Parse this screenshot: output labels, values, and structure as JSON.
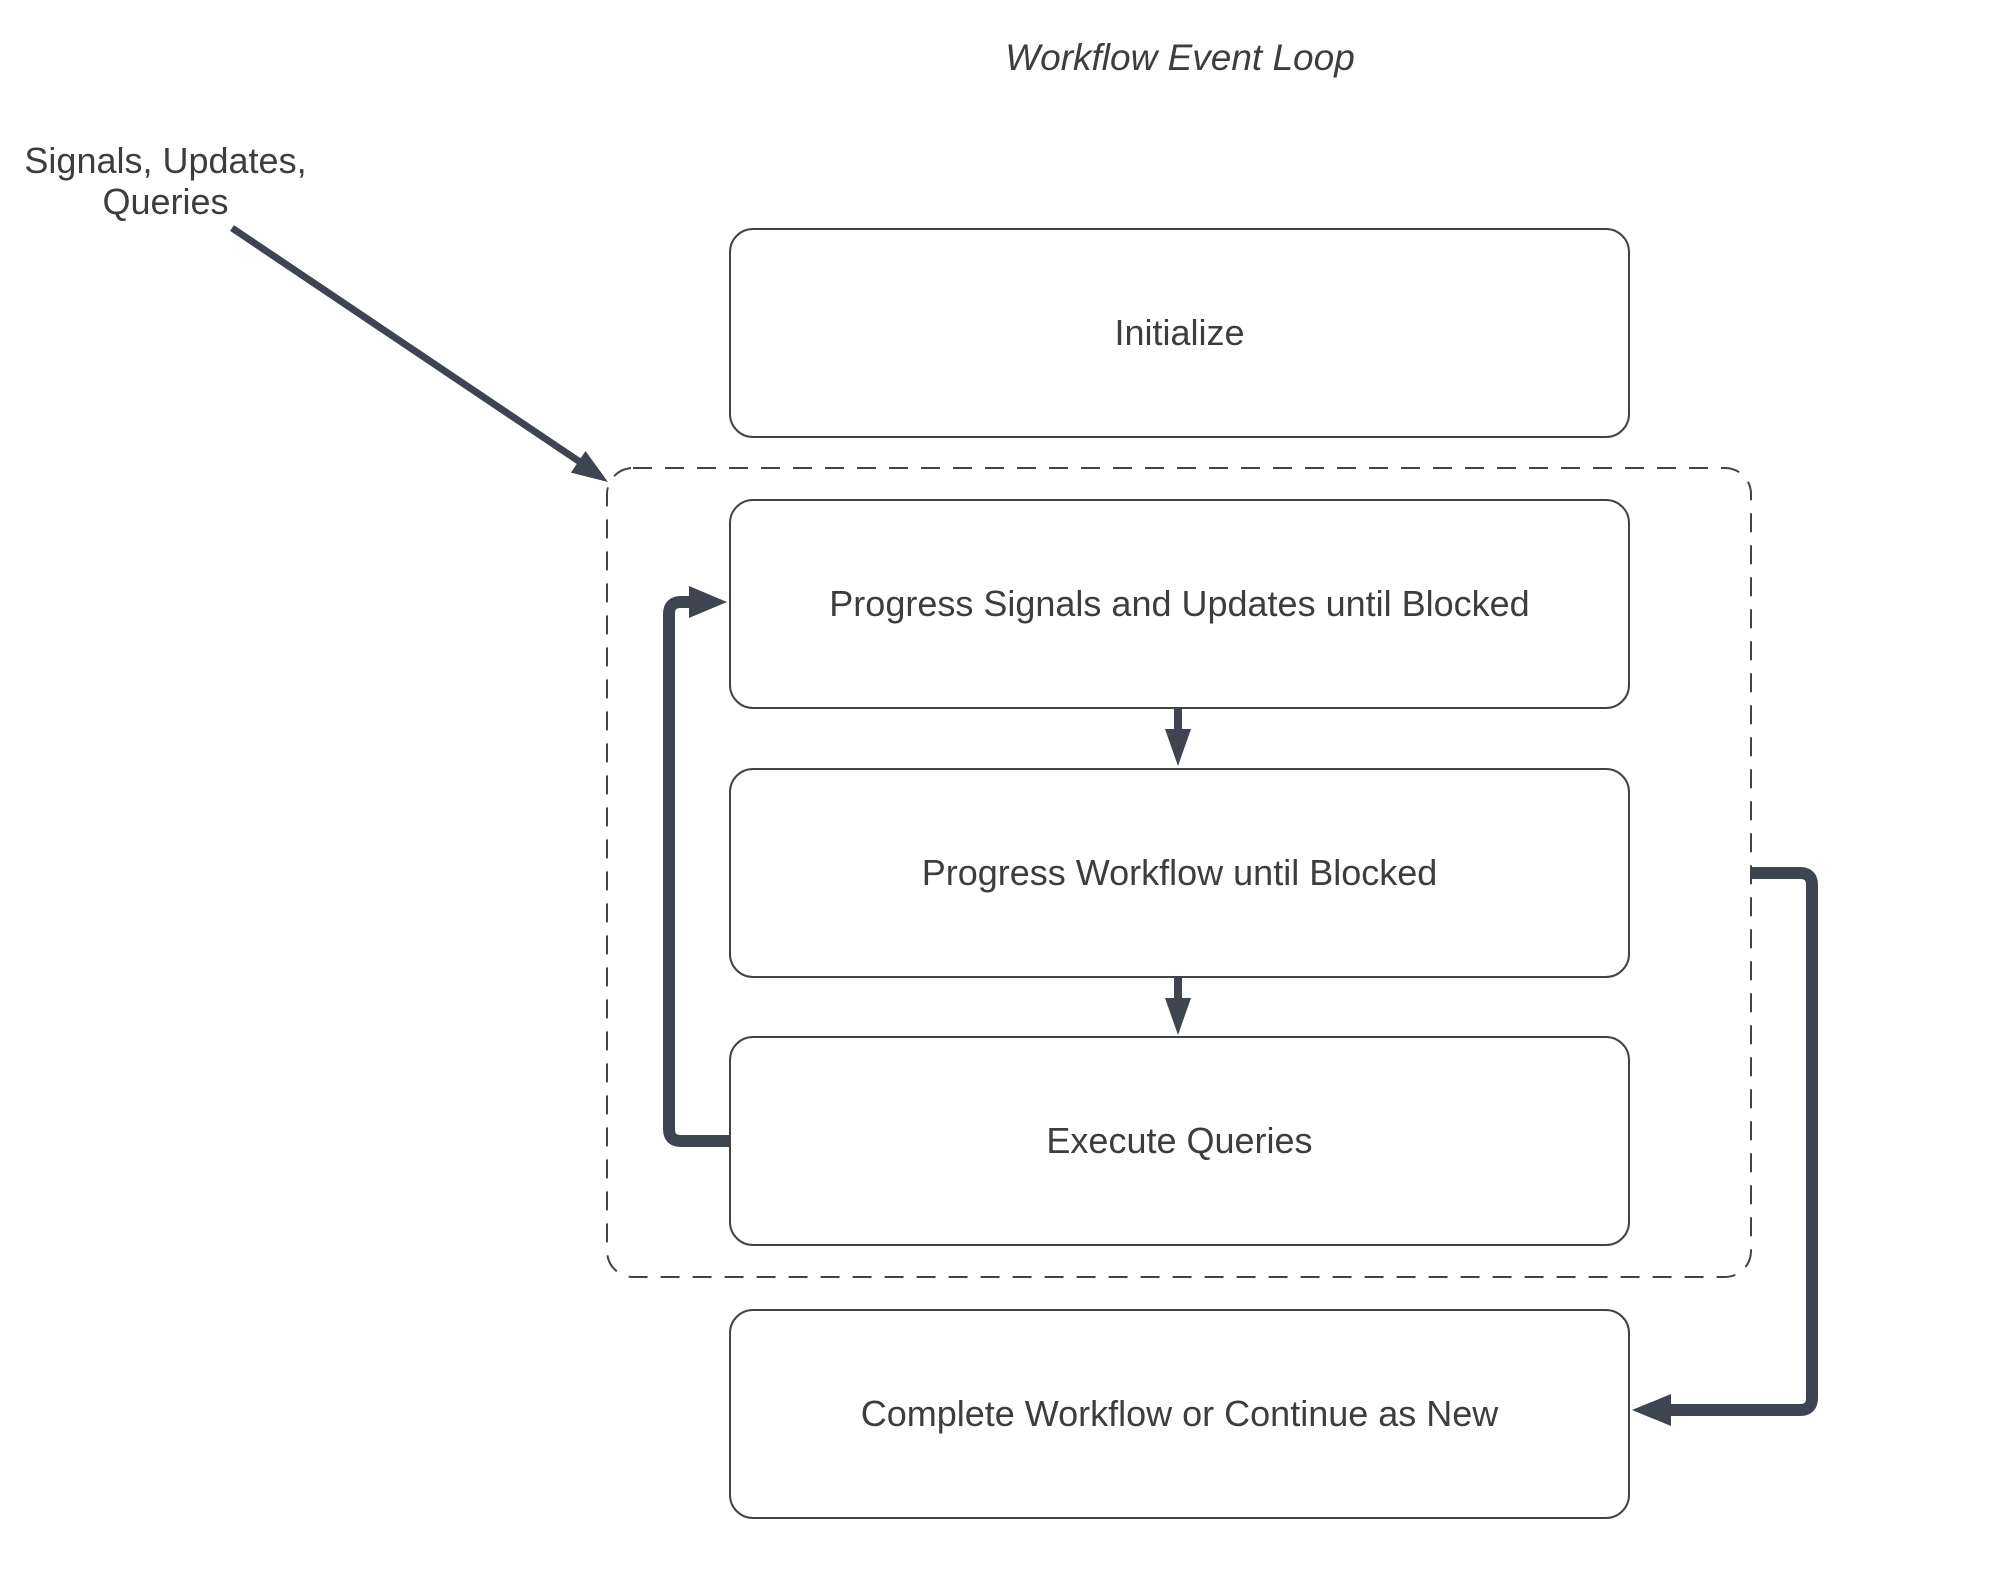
{
  "title": "Workflow Event Loop",
  "annotation": {
    "lines": [
      "Signals, Updates,",
      "Queries"
    ]
  },
  "nodes": {
    "initialize": {
      "label": "Initialize"
    },
    "progress_signals": {
      "label": "Progress Signals and Updates until Blocked"
    },
    "progress_workflow": {
      "label": "Progress Workflow until Blocked"
    },
    "execute_queries": {
      "label": "Execute Queries"
    },
    "complete": {
      "label": "Complete Workflow or Continue as New"
    }
  },
  "edges": [
    {
      "from": "signals-updates-queries-annotation",
      "to": "event-loop-group"
    },
    {
      "from": "progress-signals",
      "to": "progress-workflow"
    },
    {
      "from": "progress-workflow",
      "to": "execute-queries"
    },
    {
      "from": "execute-queries",
      "to": "progress-signals"
    },
    {
      "from": "event-loop-group",
      "to": "complete"
    }
  ],
  "colors": {
    "arrow": "#3e4450",
    "box_border": "#404348",
    "text": "#3d3d3d",
    "background": "#ffffff"
  }
}
